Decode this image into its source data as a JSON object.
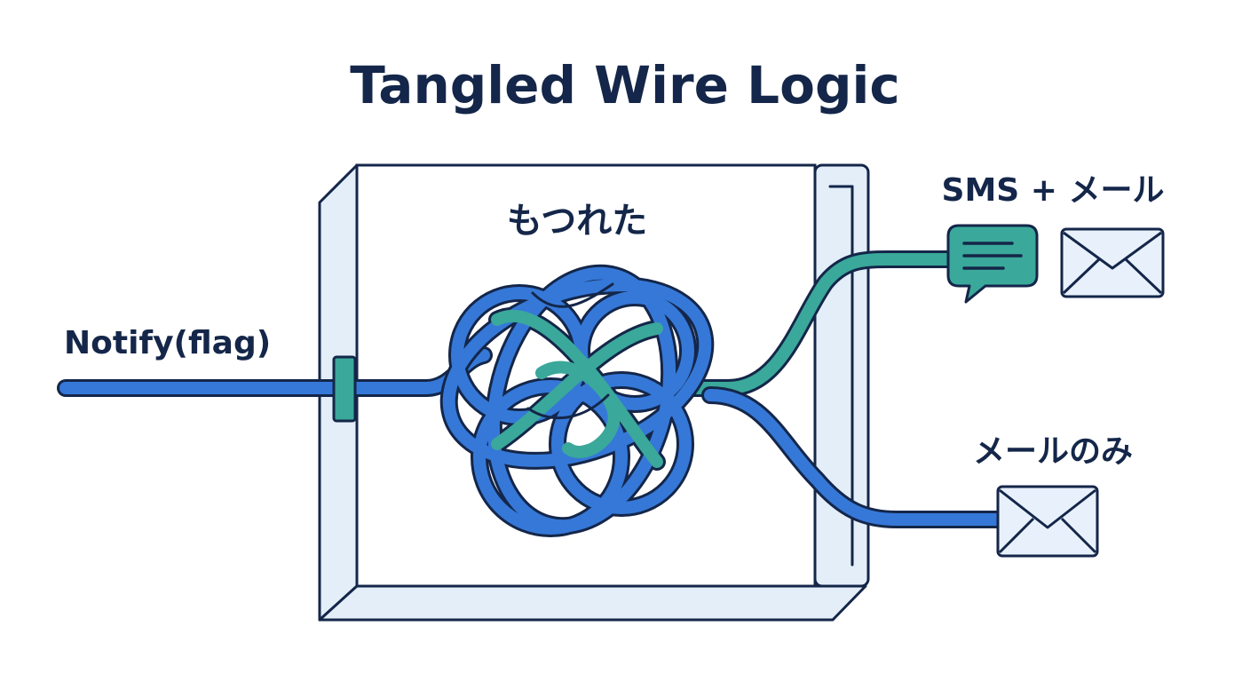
{
  "title": "Tangled Wire Logic",
  "box": {
    "label": "もつれた"
  },
  "input": {
    "label": "Notify(flag)"
  },
  "outputs": {
    "upper": {
      "label": "SMS + メール",
      "icons": [
        "chat-bubble-icon",
        "envelope-icon"
      ]
    },
    "lower": {
      "label": "メールのみ",
      "icons": [
        "envelope-icon"
      ]
    }
  },
  "colors": {
    "outline": "#142649",
    "blue_wire": "#3578d8",
    "teal_wire": "#3aa89a",
    "box_face": "#e3eef9",
    "envelope_fill": "#e8f1fb"
  }
}
